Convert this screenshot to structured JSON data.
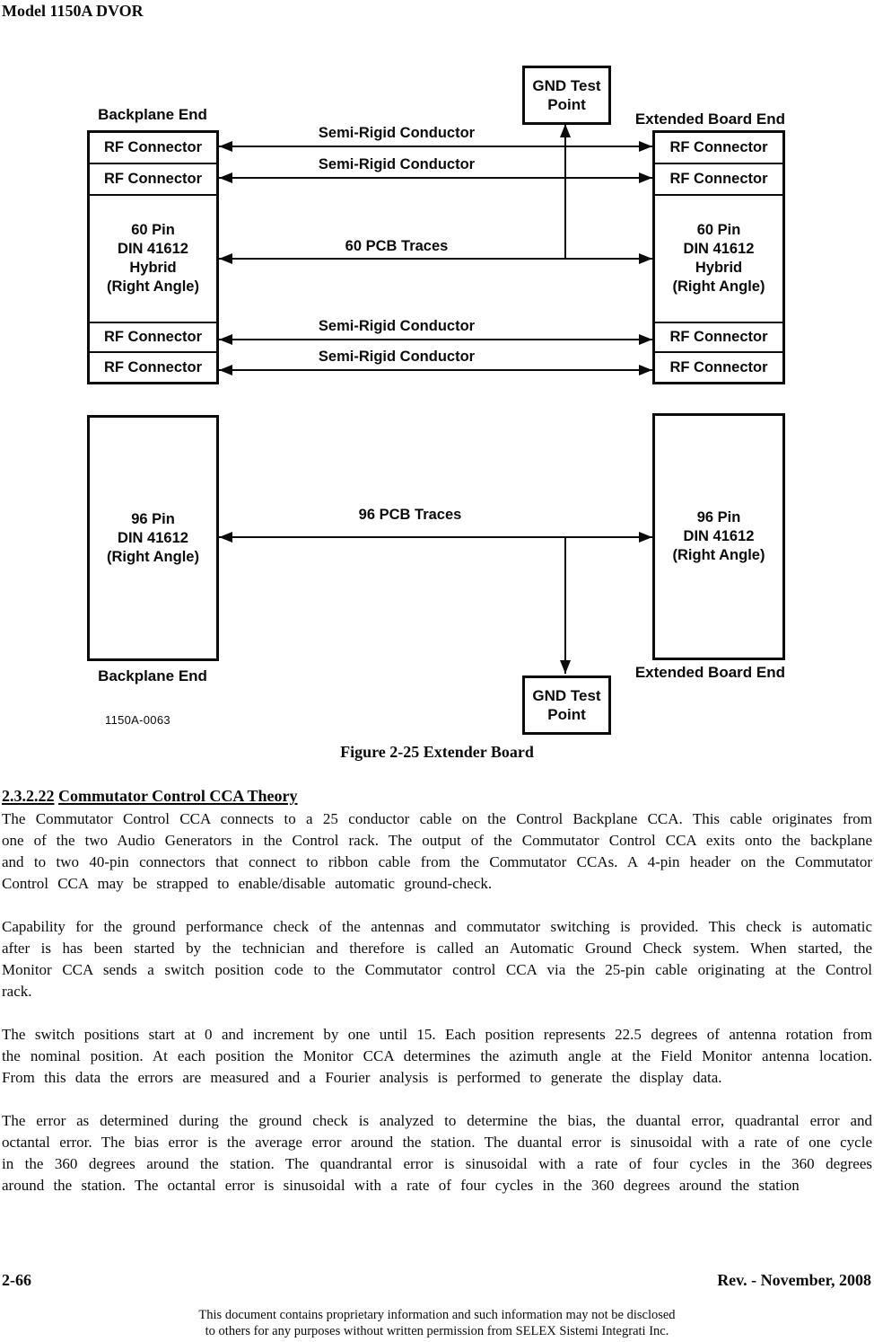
{
  "colors": {
    "ink": "#0b0b0b",
    "paper": "#ffffff"
  },
  "header": {
    "title": "Model 1150A DVOR"
  },
  "figure": {
    "caption": "Figure 2-25 Extender Board",
    "drawing_number": "1150A-0063",
    "backplane_end": "Backplane End",
    "extended_board_end": "Extended Board End",
    "rf_connector_label": "RF Connector",
    "gnd_lines": [
      "GND Test",
      "Point"
    ],
    "hybrid_lines": [
      "60 Pin",
      "DIN 41612",
      "Hybrid",
      "(Right Angle)"
    ],
    "din96_lines": [
      "96 Pin",
      "DIN 41612",
      "(Right Angle)"
    ],
    "connections": {
      "semi_rigid": "Semi-Rigid Conductor",
      "pcb_60": "60 PCB Traces",
      "pcb_96": "96 PCB Traces"
    }
  },
  "section": {
    "number": "2.3.2.22",
    "title": "Commutator Control CCA Theory"
  },
  "content": {
    "paragraphs": [
      "The Commutator Control CCA connects to a 25 conductor cable on the Control Backplane CCA. This cable originates from one of the two Audio Generators in the Control rack. The output of the Commutator Control CCA exits onto the backplane and to two 40-pin connectors that connect to ribbon cable from the Commutator CCAs.  A 4-pin header on the Commutator Control CCA may be strapped to enable/disable automatic ground-check.",
      "Capability for the ground performance check of the antennas and commutator switching is provided.  This check is automatic after is has been started by the technician and therefore is called an Automatic Ground Check system. When started, the Monitor CCA sends a switch position code to the Commutator control CCA via the 25-pin cable originating at the Control rack.",
      "The switch positions start at 0 and increment by one until 15.  Each position represents 22.5 degrees of antenna rotation from the nominal position.  At each position the Monitor CCA determines the azimuth angle at the Field Monitor antenna location.  From this data the errors are measured and a Fourier analysis is performed to generate the display data.",
      "The error as determined during the ground check is analyzed to determine the bias, the duantal error, quadrantal error and octantal error.  The bias error is the average error around the station.  The duantal error is sinusoidal with a rate of one cycle in the 360 degrees around the station.  The quandrantal error is sinusoidal with a rate of four cycles in the 360 degrees around the station.  The octantal error is sinusoidal with a rate of four cycles in the 360 degrees around the station"
    ]
  },
  "footer": {
    "page_number": "2-66",
    "revision": "Rev. -  November, 2008",
    "disclaimer_line1": "This document contains proprietary information and such information may not be disclosed",
    "disclaimer_line2": "to others for any purposes without written permission from SELEX Sistemi Integrati Inc."
  }
}
